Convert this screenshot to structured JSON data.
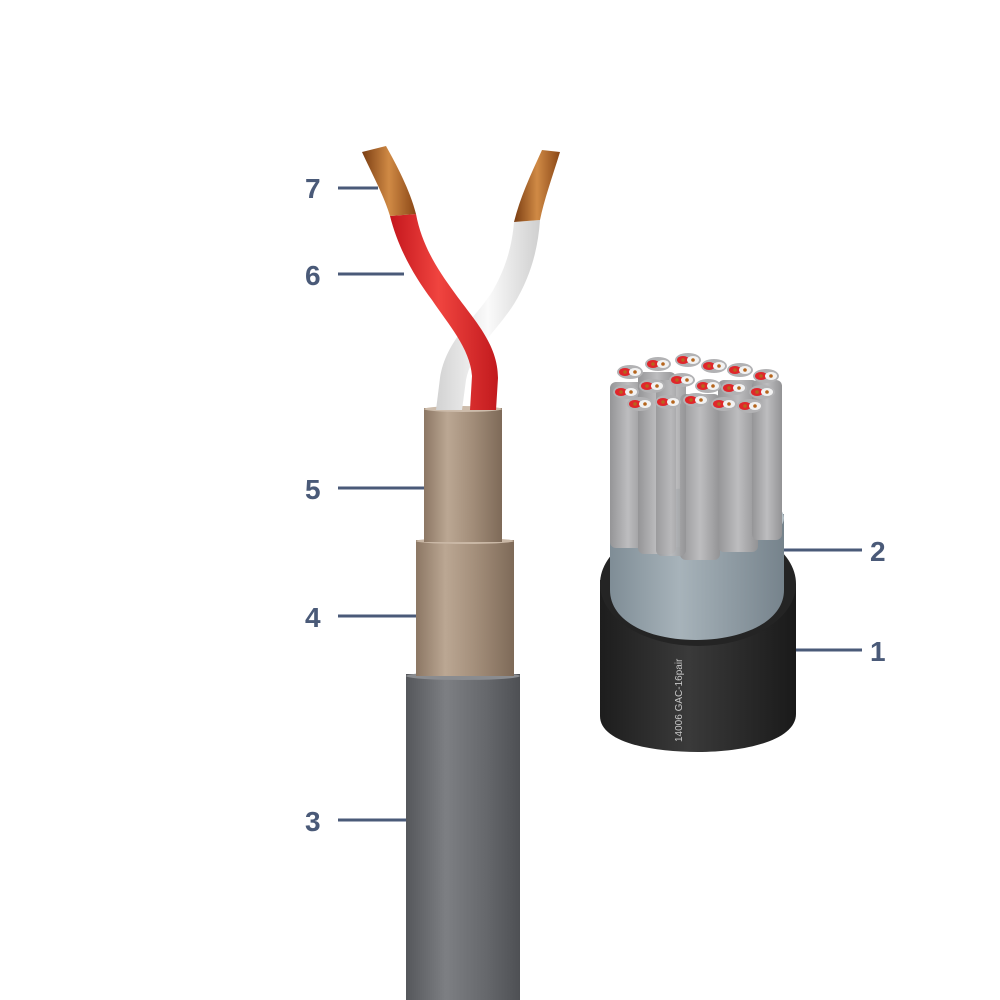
{
  "diagram": {
    "callouts": [
      {
        "id": "1",
        "label": "1"
      },
      {
        "id": "2",
        "label": "2"
      },
      {
        "id": "3",
        "label": "3"
      },
      {
        "id": "4",
        "label": "4"
      },
      {
        "id": "5",
        "label": "5"
      },
      {
        "id": "6",
        "label": "6"
      },
      {
        "id": "7",
        "label": "7"
      }
    ],
    "jacket_print": "14006 GAC-16pair"
  },
  "colors": {
    "callout": "#4a5a78",
    "outer_jacket": "#6f7175",
    "foil_shield": "#a8937e",
    "red_insulation": "#e0262b",
    "white_insulation": "#ececec",
    "copper": "#b5651d",
    "multipair_jacket": "#2a2a2a",
    "inner_jacket": "#8e9ba3",
    "pair_jacket": "#a9a9ab"
  }
}
